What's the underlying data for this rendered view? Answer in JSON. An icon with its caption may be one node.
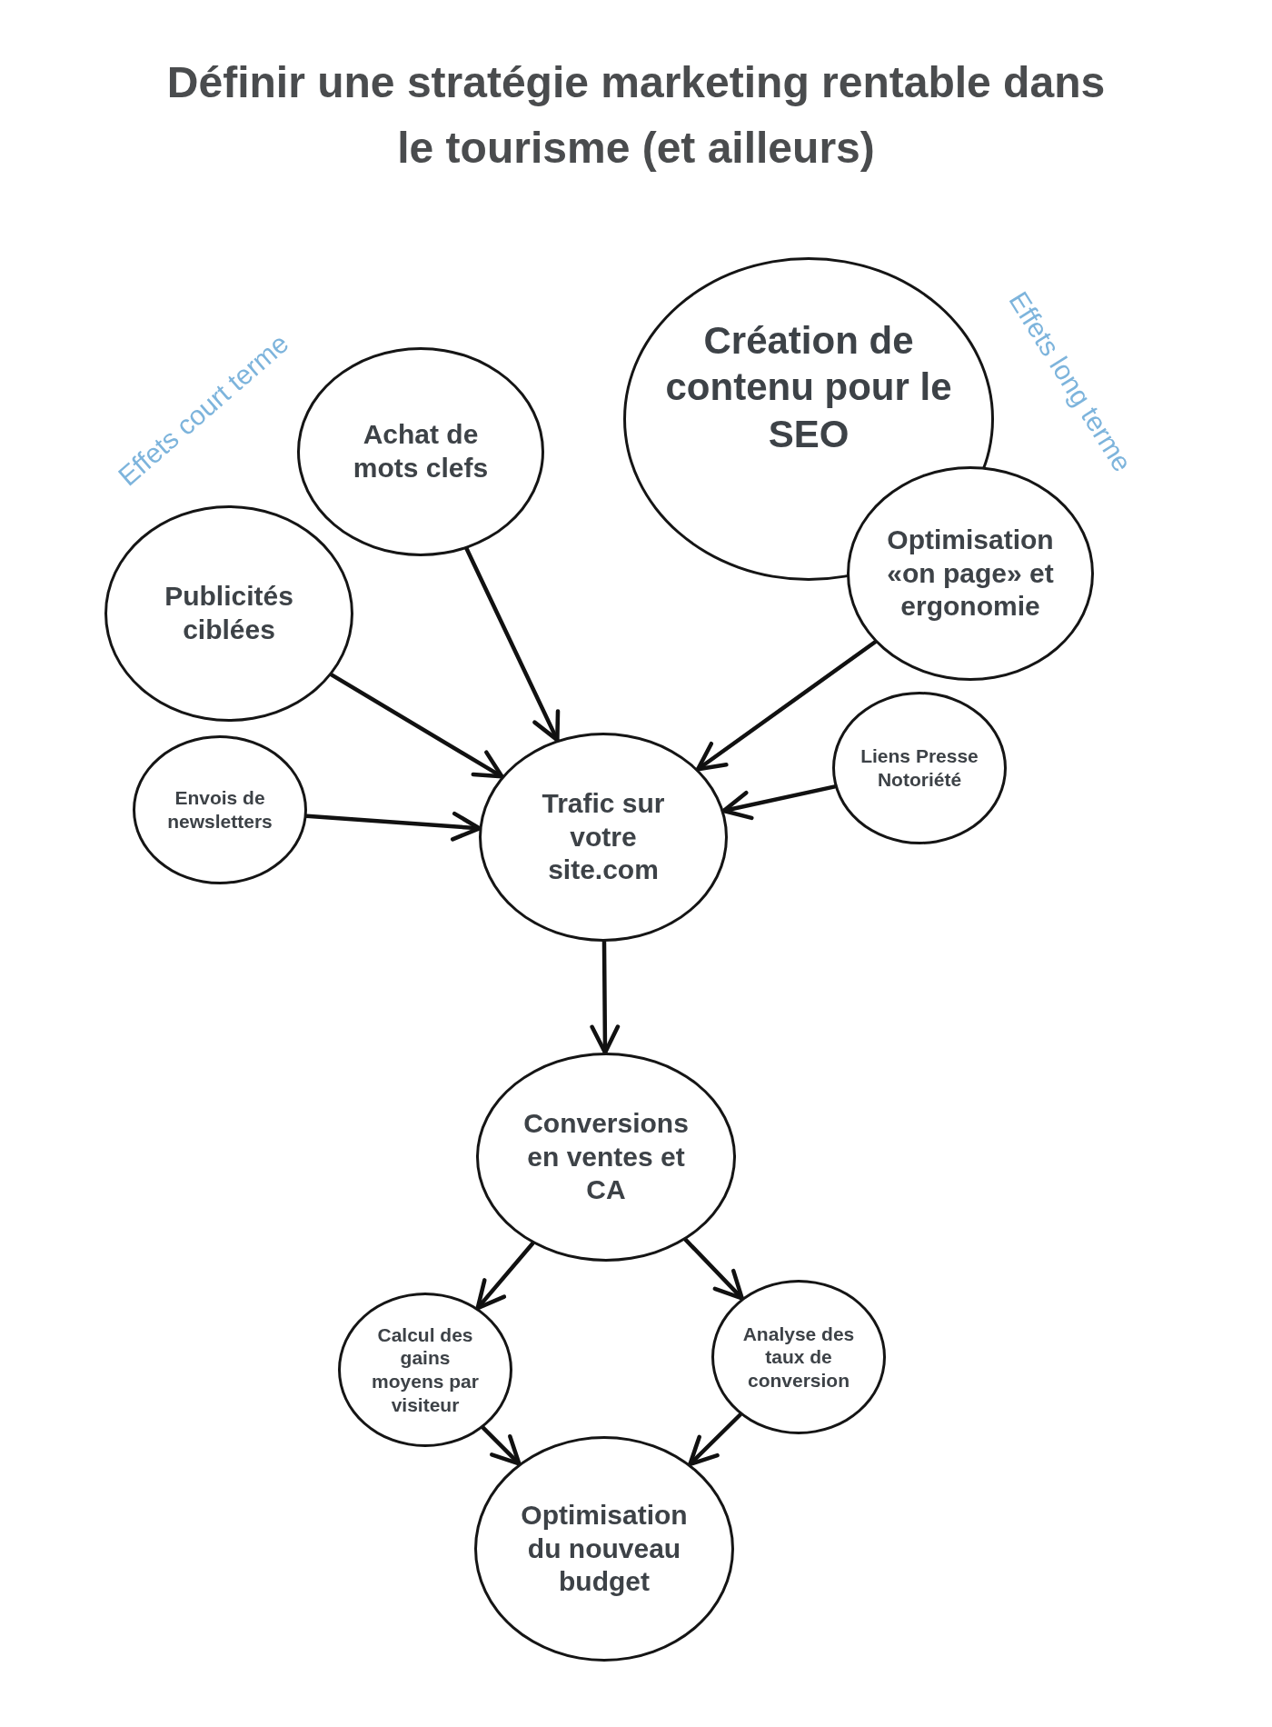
{
  "diagram": {
    "title": "Définir une stratégie marketing rentable dans le tourisme (et ailleurs)",
    "nodes": [
      {
        "text": [
          "Création de contenu pour le SEO"
        ]
      },
      {
        "text": [
          "Achat de mots clefs"
        ]
      },
      {
        "text": [
          "Publicités ciblées"
        ]
      },
      {
        "text": [
          "Optimisation «on page» et ergonomie"
        ]
      },
      {
        "text": [
          "Envois de newsletters"
        ]
      },
      {
        "text": [
          "Liens Presse Notoriété"
        ]
      },
      {
        "text": [
          "Trafic sur votre site.com"
        ]
      },
      {
        "text": [
          "Conversions en ventes et CA"
        ]
      },
      {
        "text": [
          "Calcul des gains moyens par visiteur"
        ]
      },
      {
        "text": [
          "Analyse des taux de conversion"
        ]
      },
      {
        "text": [
          "Optimisation du nouveau budget"
        ]
      }
    ],
    "edges": [
      {
        "from": 1,
        "to": 6,
        "arrow": "to"
      },
      {
        "from": 2,
        "to": 6,
        "arrow": "to"
      },
      {
        "from": 3,
        "to": 6,
        "arrow": "to"
      },
      {
        "from": 4,
        "to": 6,
        "arrow": "to"
      },
      {
        "from": 5,
        "to": 6,
        "arrow": "to"
      },
      {
        "from": 6,
        "to": 7,
        "arrow": "to"
      },
      {
        "from": 7,
        "to": 8,
        "arrow": "to"
      },
      {
        "from": 7,
        "to": 9,
        "arrow": "to"
      },
      {
        "from": 8,
        "to": 10,
        "arrow": "to"
      },
      {
        "from": 9,
        "to": 10,
        "arrow": "to"
      }
    ],
    "labels": [
      "Effets court terme",
      "Effets long terme"
    ]
  }
}
